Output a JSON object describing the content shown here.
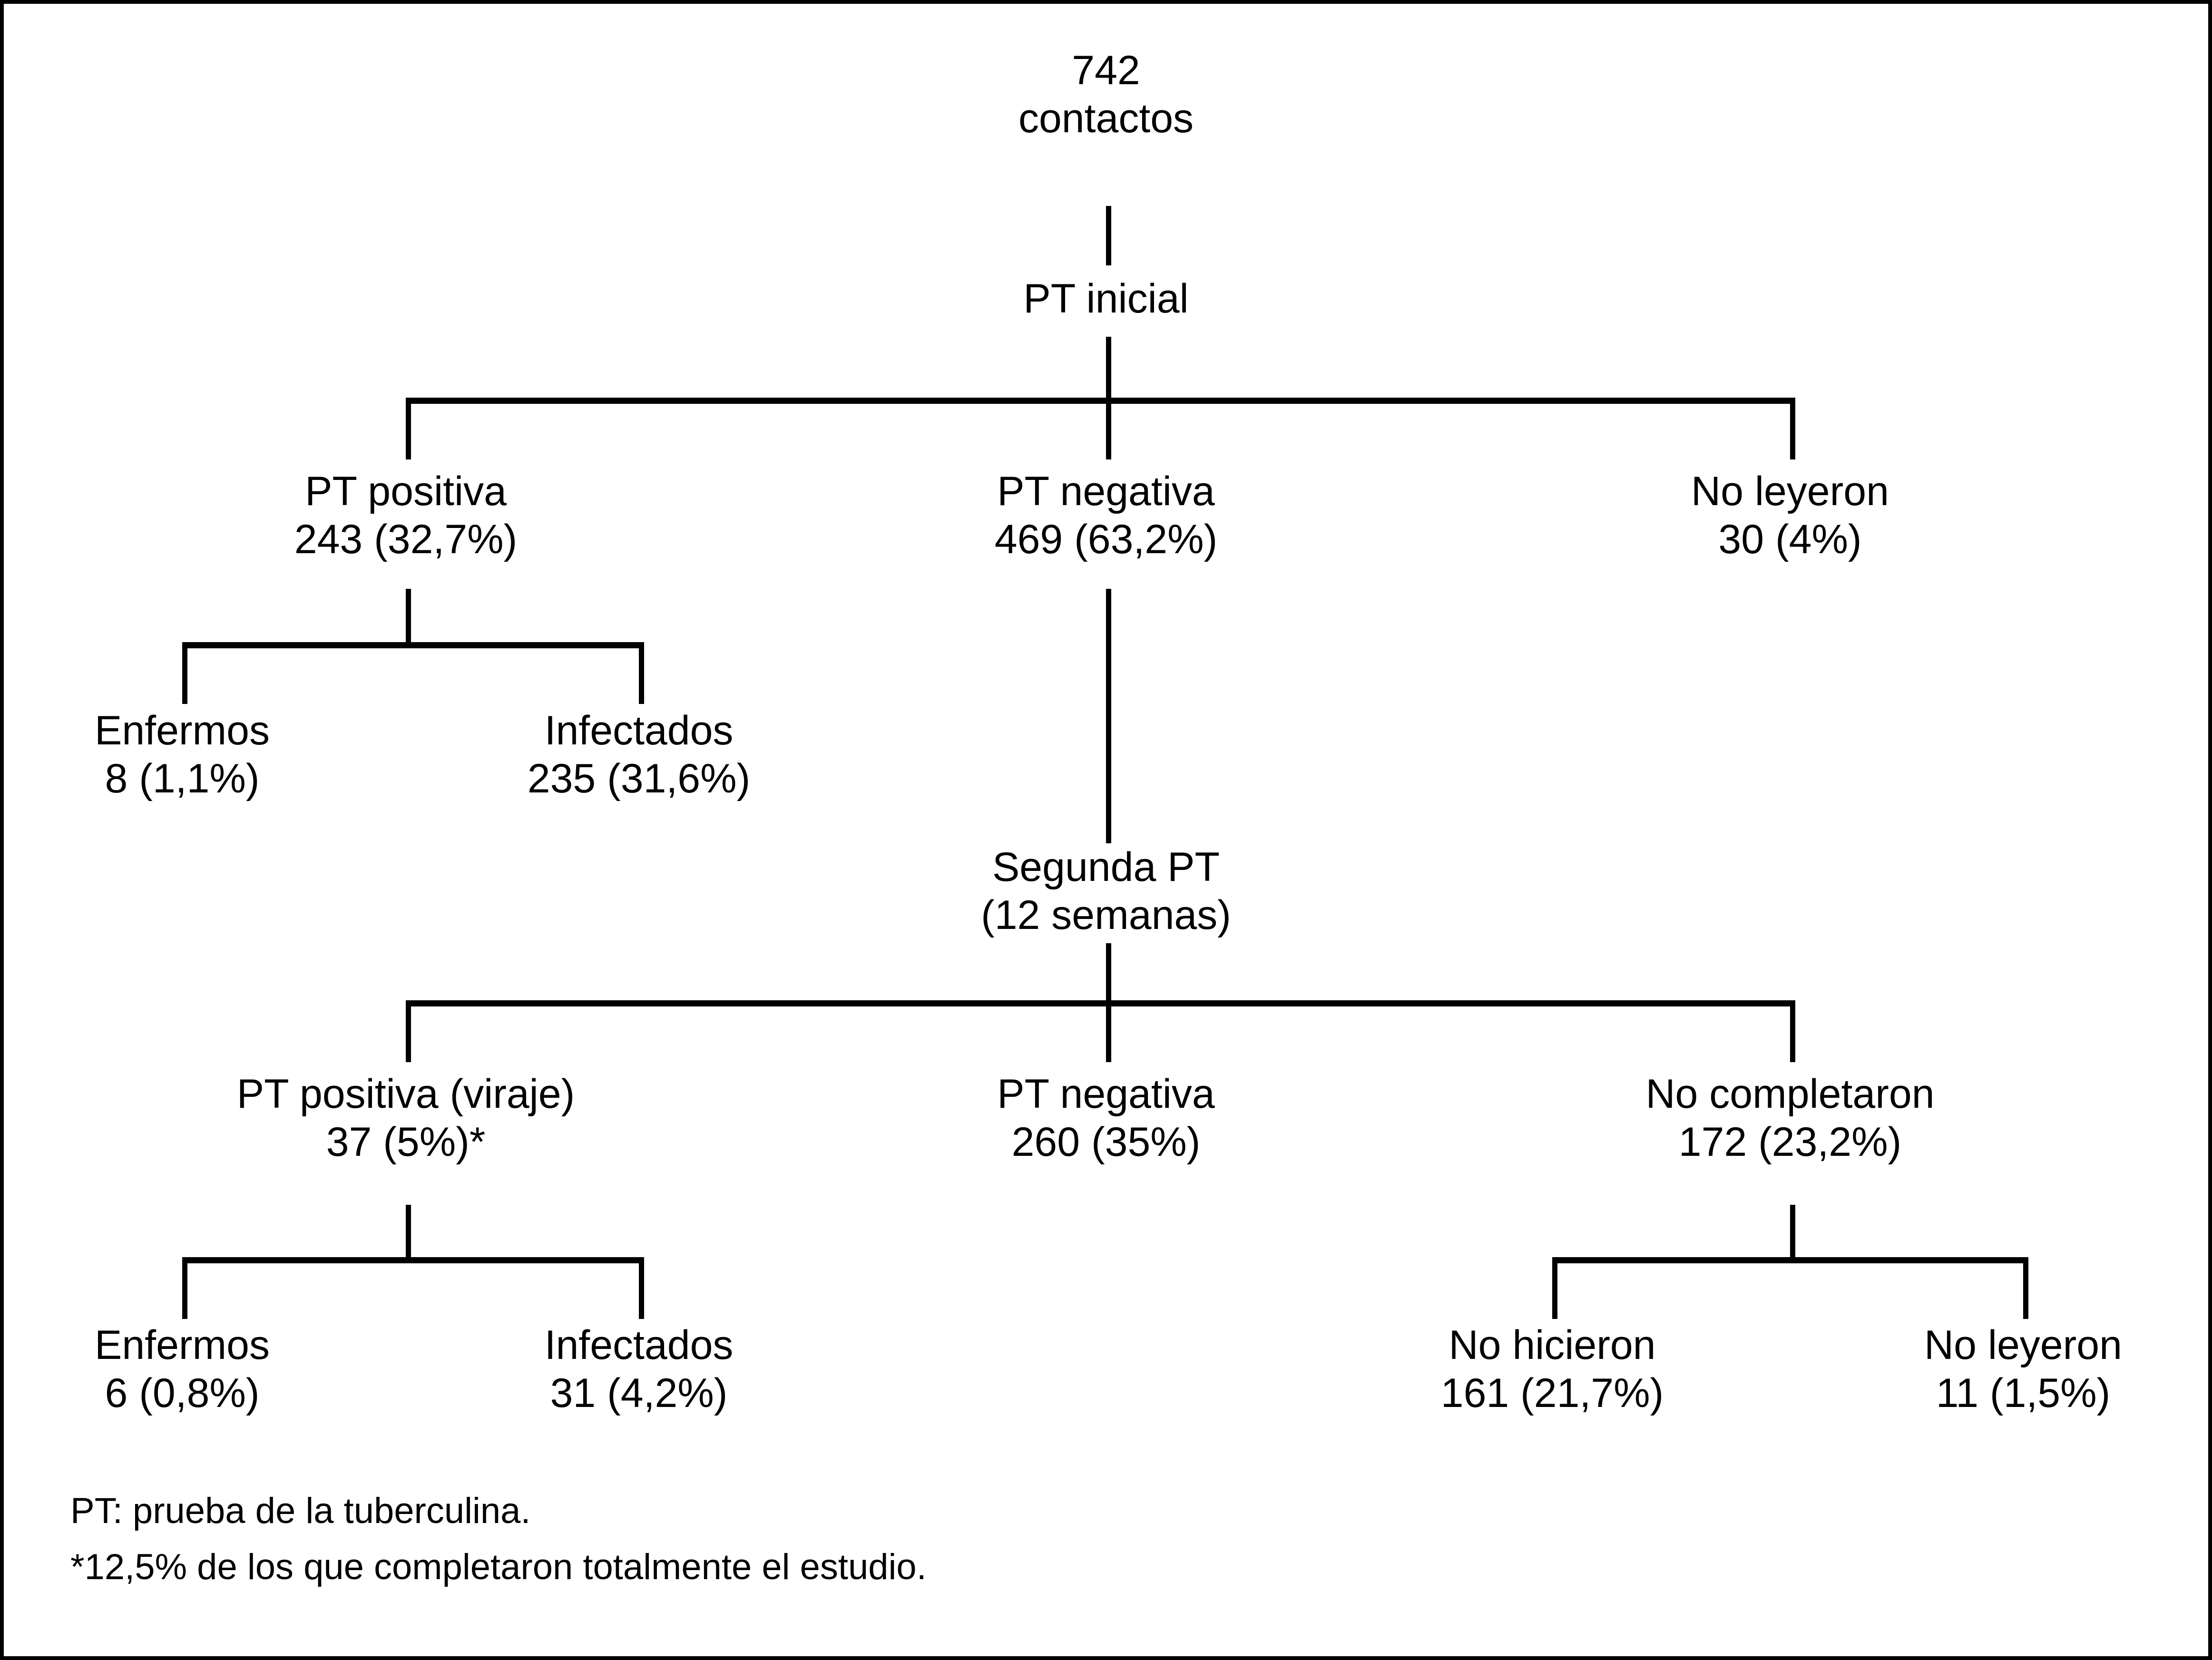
{
  "figure": {
    "title_text": "742",
    "type": "flowchart",
    "language": "es",
    "border_color": "#000000",
    "line_color": "#000000",
    "background_color": "#ffffff"
  },
  "nodes": {
    "root": {
      "line1": "742",
      "line2": "contactos"
    },
    "pt_inicial": {
      "line1": "PT inicial"
    },
    "pt_positiva": {
      "line1": "PT positiva",
      "line2": "243 (32,7%)"
    },
    "pt_negativa": {
      "line1": "PT negativa",
      "line2": "469 (63,2%)"
    },
    "no_leyeron_1": {
      "line1": "No leyeron",
      "line2": "30 (4%)"
    },
    "enfermos_1": {
      "line1": "Enfermos",
      "line2": "8 (1,1%)"
    },
    "infectados_1": {
      "line1": "Infectados",
      "line2": "235 (31,6%)"
    },
    "segunda_pt": {
      "line1": "Segunda PT",
      "line2": "(12 semanas)"
    },
    "pt_positiva_viraje": {
      "line1": "PT positiva (viraje)",
      "line2": "37 (5%)*"
    },
    "pt_negativa_2": {
      "line1": "PT negativa",
      "line2": "260 (35%)"
    },
    "no_completaron": {
      "line1": "No completaron",
      "line2": "172 (23,2%)"
    },
    "enfermos_2": {
      "line1": "Enfermos",
      "line2": "6 (0,8%)"
    },
    "infectados_2": {
      "line1": "Infectados",
      "line2": "31 (4,2%)"
    },
    "no_hicieron": {
      "line1": "No hicieron",
      "line2": "161 (21,7%)"
    },
    "no_leyeron_2": {
      "line1": "No leyeron",
      "line2": "11 (1,5%)"
    }
  },
  "footnotes": {
    "line1": "PT: prueba de la tuberculina.",
    "line2": "*12,5% de los que completaron totalmente el estudio."
  },
  "chart_data": {
    "type": "flowchart-tree",
    "title": "742 contactos",
    "total": 742,
    "unit": "contactos",
    "tree": [
      {
        "id": "root",
        "label": "742 contactos",
        "value": 742,
        "children": [
          {
            "id": "pt_inicial",
            "label": "PT inicial",
            "children": [
              {
                "id": "pt_positiva",
                "label": "PT positiva",
                "value": 243,
                "percent": "32,7%",
                "children": [
                  {
                    "id": "enfermos_1",
                    "label": "Enfermos",
                    "value": 8,
                    "percent": "1,1%"
                  },
                  {
                    "id": "infectados_1",
                    "label": "Infectados",
                    "value": 235,
                    "percent": "31,6%"
                  }
                ]
              },
              {
                "id": "pt_negativa",
                "label": "PT negativa",
                "value": 469,
                "percent": "63,2%",
                "children": [
                  {
                    "id": "segunda_pt",
                    "label": "Segunda PT (12 semanas)",
                    "children": [
                      {
                        "id": "pt_positiva_viraje",
                        "label": "PT positiva (viraje)",
                        "value": 37,
                        "percent": "5%",
                        "footnote_marker": "*",
                        "children": [
                          {
                            "id": "enfermos_2",
                            "label": "Enfermos",
                            "value": 6,
                            "percent": "0,8%"
                          },
                          {
                            "id": "infectados_2",
                            "label": "Infectados",
                            "value": 31,
                            "percent": "4,2%"
                          }
                        ]
                      },
                      {
                        "id": "pt_negativa_2",
                        "label": "PT negativa",
                        "value": 260,
                        "percent": "35%"
                      },
                      {
                        "id": "no_completaron",
                        "label": "No completaron",
                        "value": 172,
                        "percent": "23,2%",
                        "children": [
                          {
                            "id": "no_hicieron",
                            "label": "No hicieron",
                            "value": 161,
                            "percent": "21,7%"
                          },
                          {
                            "id": "no_leyeron_2",
                            "label": "No leyeron",
                            "value": 11,
                            "percent": "1,5%"
                          }
                        ]
                      }
                    ]
                  }
                ]
              },
              {
                "id": "no_leyeron_1",
                "label": "No leyeron",
                "value": 30,
                "percent": "4%"
              }
            ]
          }
        ]
      }
    ],
    "annotations": [
      "PT: prueba de la tuberculina.",
      "*12,5% de los que completaron totalmente el estudio."
    ]
  }
}
